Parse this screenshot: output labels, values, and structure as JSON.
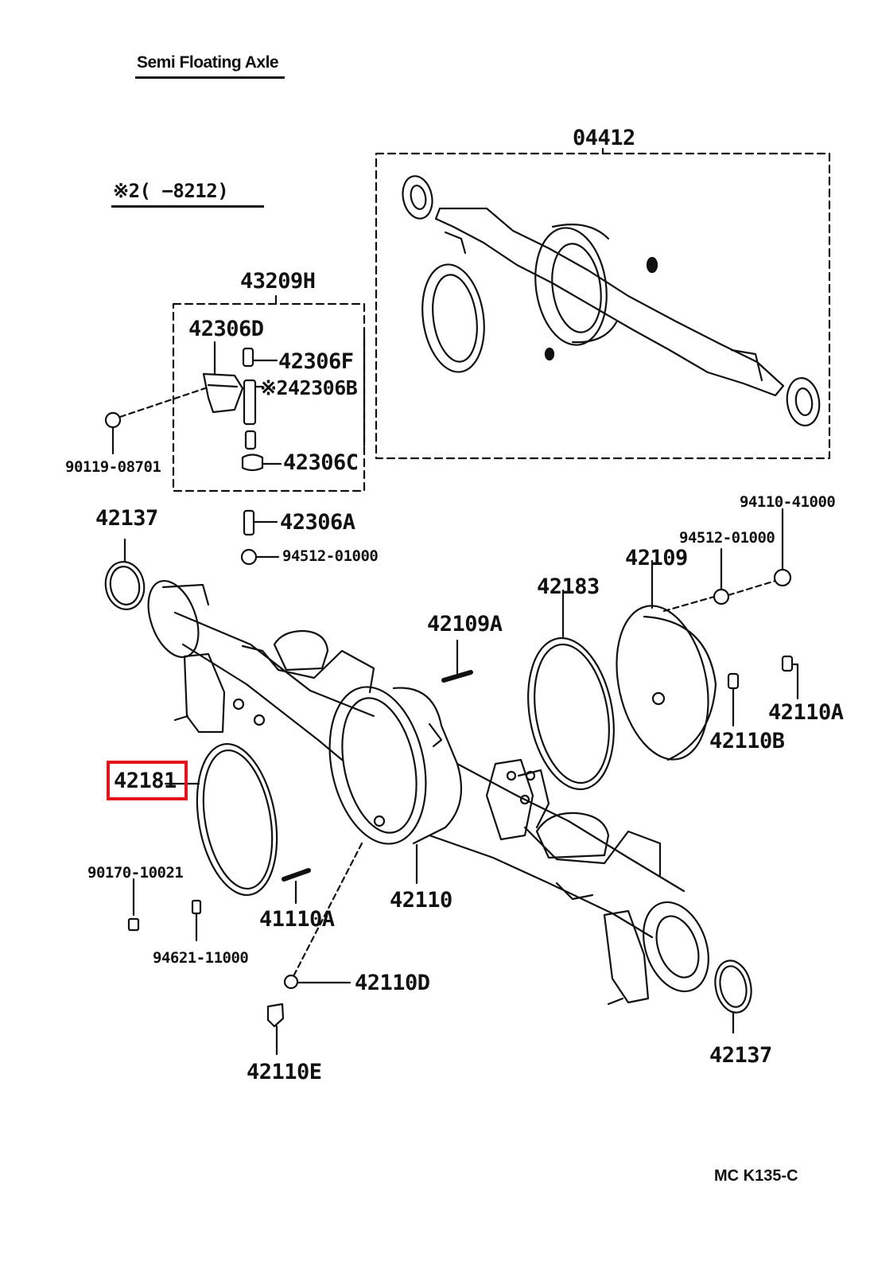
{
  "title": "Semi Floating Axle",
  "note": "※2(    −8212)",
  "figure_code": "MC K135-C",
  "highlight_color": "#e3141b",
  "labels": {
    "p04412": "04412",
    "p43209H": "43209H",
    "p42306D": "42306D",
    "p42306F": "42306F",
    "p42306B": "※242306B",
    "p42306C": "42306C",
    "p90119": "90119-08701",
    "p42137a": "42137",
    "p42306A": "42306A",
    "p94512a": "94512-01000",
    "p94110": "94110-41000",
    "p94512b": "94512-01000",
    "p42109": "42109",
    "p42183": "42183",
    "p42109A": "42109A",
    "p42110A": "42110A",
    "p42110B": "42110B",
    "p42181": "42181",
    "p90170": "90170-10021",
    "p94621": "94621-11000",
    "p41110A": "41110A",
    "p42110": "42110",
    "p42110D": "42110D",
    "p42110E": "42110E",
    "p42137b": "42137"
  },
  "highlighted_part": "42181"
}
